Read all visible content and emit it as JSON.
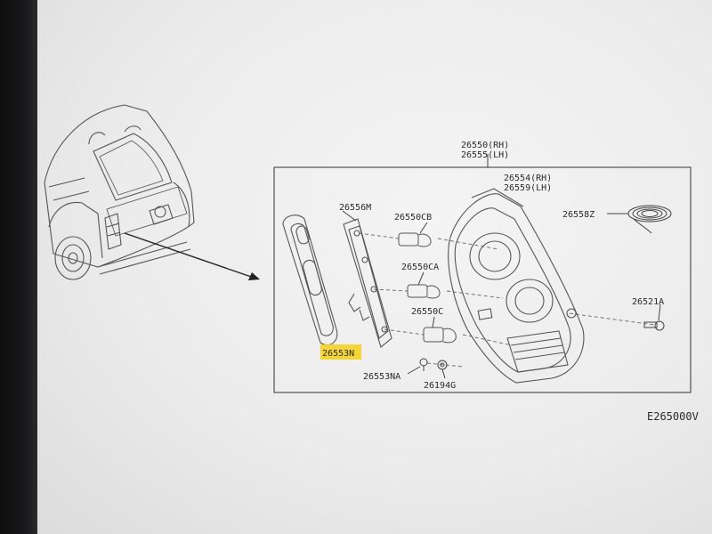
{
  "diagram": {
    "labels": {
      "assembly_rh": "26550(RH)",
      "assembly_lh": "26555(LH)",
      "lens_rh": "26554(RH)",
      "lens_lh": "26559(LH)",
      "packing": "26558Z",
      "socket_plate": "26556M",
      "bulb_top": "26550CB",
      "bulb_mid": "26550CA",
      "bulb_bottom": "26550C",
      "reflector_highlighted": "26553N",
      "clip": "26553NA",
      "screw": "26194G",
      "bolt": "26521A"
    },
    "figure_code": "E265000V",
    "highlight_color": "#f5d11c"
  }
}
